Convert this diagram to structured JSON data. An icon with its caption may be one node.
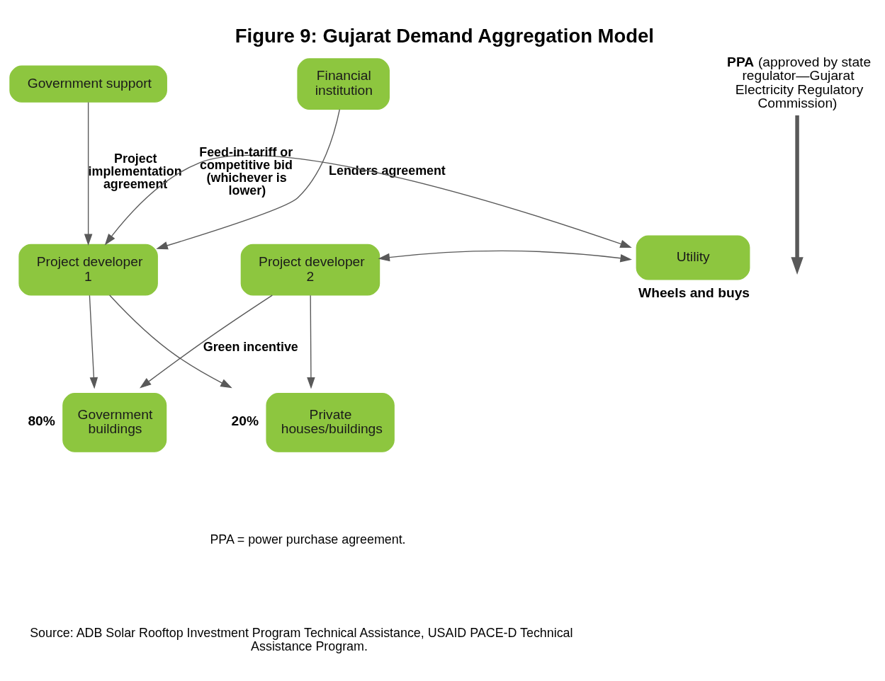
{
  "diagram": {
    "title": "Figure 9: Gujarat Demand Aggregation Model",
    "nodes": [
      {
        "text": [
          "Government support"
        ]
      },
      {
        "text": [
          "Financial institution"
        ]
      },
      {
        "text": [
          "Government buildings"
        ],
        "beside": [
          "80%"
        ]
      },
      {
        "text": [
          "Project developer 1"
        ]
      },
      {
        "text": [
          "Project developer 2"
        ]
      },
      {
        "text": [
          "Utility"
        ],
        "beside": [
          "Wheels and buys"
        ]
      },
      {
        "text": [
          "Private houses/buildings"
        ],
        "beside": [
          "20%"
        ]
      },
      {
        "text": [
          "**PPA** (approved by state regulator—Gujarat Electricity Regulatory Commission)"
        ]
      }
    ],
    "edges": [
      {
        "from": 0,
        "to": 3,
        "arrow": "to",
        "label": "Project implementation agreement"
      },
      {
        "from": 1,
        "to": 3,
        "arrow": "to",
        "label": "Lenders agreement"
      },
      {
        "from": 3,
        "to": 2,
        "arrow": "to"
      },
      {
        "from": 3,
        "to": 6,
        "arrow": "to"
      },
      {
        "from": 4,
        "to": 2,
        "arrow": "to",
        "label": "Green incentive"
      },
      {
        "from": 4,
        "to": 6,
        "arrow": "to"
      },
      {
        "from": 3,
        "to": 5,
        "arrow": "both",
        "label": "Feed-in-tariff or competitive bid (whichever is lower)"
      },
      {
        "from": 4,
        "to": 5,
        "arrow": "both"
      },
      {
        "from": 7,
        "to": null,
        "arrow": "to",
        "style": "thick"
      }
    ],
    "labels": [
      "PPA = power purchase agreement.",
      "Source: ADB Solar Rooftop Investment Program Technical Assistance, USAID PACE-D Technical Assistance Program."
    ]
  }
}
